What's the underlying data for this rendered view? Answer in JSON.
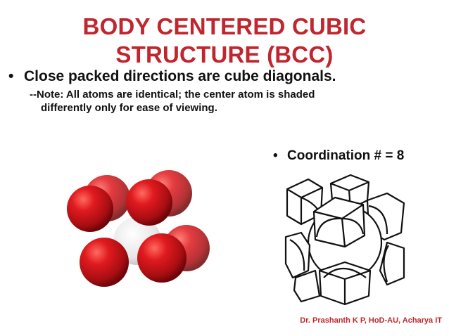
{
  "title": {
    "line1": "BODY CENTERED CUBIC",
    "line2": "STRUCTURE (BCC)"
  },
  "bullets": {
    "main": "Close packed directions are cube diagonals.",
    "note_line1": "--Note:  All atoms are identical; the center atom is shaded",
    "note_line2": "differently only for ease of viewing.",
    "coordination": "Coordination # = 8"
  },
  "credit": "Dr. Prashanth K P, HoD-AU, Acharya IT",
  "colors": {
    "title": "#c0262d",
    "atom": "#c8141a",
    "center_atom": "#e8e8e8",
    "credit": "#c0262d"
  }
}
